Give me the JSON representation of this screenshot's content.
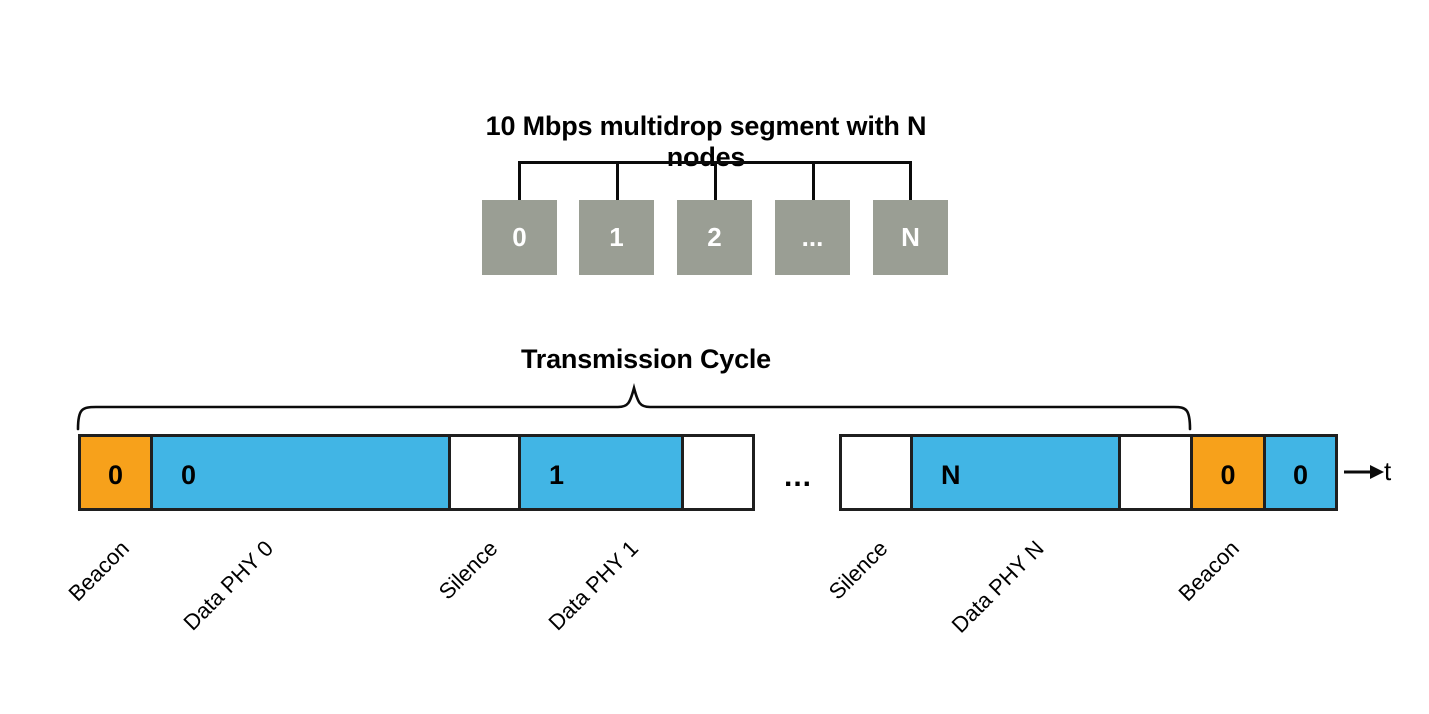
{
  "colors": {
    "node_fill": "#9A9E94",
    "node_text": "#FFFFFF",
    "beacon_orange": "#F7A11B",
    "data_blue": "#41B5E5",
    "silence_white": "#FFFFFF",
    "border_dark": "#1F1F1F",
    "line_black": "#0B0B0B",
    "text_black": "#000000",
    "background": "#FFFFFF"
  },
  "network": {
    "title": "10 Mbps multidrop segment with N nodes",
    "nodes": [
      {
        "label": "0"
      },
      {
        "label": "1"
      },
      {
        "label": "2"
      },
      {
        "label": "..."
      },
      {
        "label": "N"
      }
    ]
  },
  "timeline": {
    "title": "Transmission Cycle",
    "gap_ellipsis": "...",
    "time_axis_label": "t",
    "bars": [
      {
        "segments": [
          {
            "kind": "beacon",
            "value": "0",
            "label": "Beacon"
          },
          {
            "kind": "data",
            "value": "0",
            "label": "Data PHY 0"
          },
          {
            "kind": "silence",
            "value": "",
            "label": "Silence"
          },
          {
            "kind": "data",
            "value": "1",
            "label": "Data PHY 1"
          },
          {
            "kind": "silence",
            "value": ""
          }
        ]
      },
      {
        "segments": [
          {
            "kind": "silence",
            "value": "",
            "label": "Silence"
          },
          {
            "kind": "data",
            "value": "N",
            "label": "Data PHY N"
          },
          {
            "kind": "silence",
            "value": ""
          },
          {
            "kind": "beacon",
            "value": "0",
            "label": "Beacon"
          },
          {
            "kind": "data",
            "value": "0"
          }
        ]
      }
    ]
  }
}
